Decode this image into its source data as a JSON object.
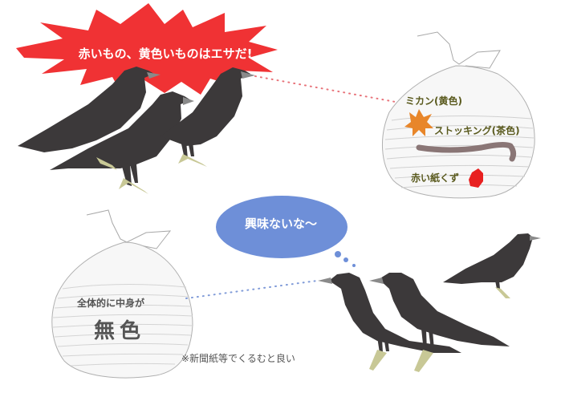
{
  "top_scene": {
    "burst_text": "赤いもの、黄色いものはエサだ!",
    "burst_color": "#f03234",
    "bag_labels": {
      "mikan": "ミカン(黄色)",
      "stocking": "ストッキング(茶色)",
      "red_paper": "赤い紙くず"
    },
    "pointer_color": "#e8737a"
  },
  "bottom_scene": {
    "bubble_text": "興味ないな〜",
    "bubble_color": "#6e8fd8",
    "bag_text_line1": "全体的に中身が",
    "bag_text_line2": "無色",
    "note": "※新聞紙等でくるむと良い",
    "pointer_color": "#7f9ad8"
  },
  "colors": {
    "crow_body": "#3c393a",
    "crow_beak": "#8a8a8a",
    "crow_feet": "#c8c896",
    "bag_line": "#bdbdbd",
    "label_olive": "#5a5a1e",
    "orange": "#e8862a",
    "stocking": "#8a7676",
    "red_paper": "#e82020"
  }
}
